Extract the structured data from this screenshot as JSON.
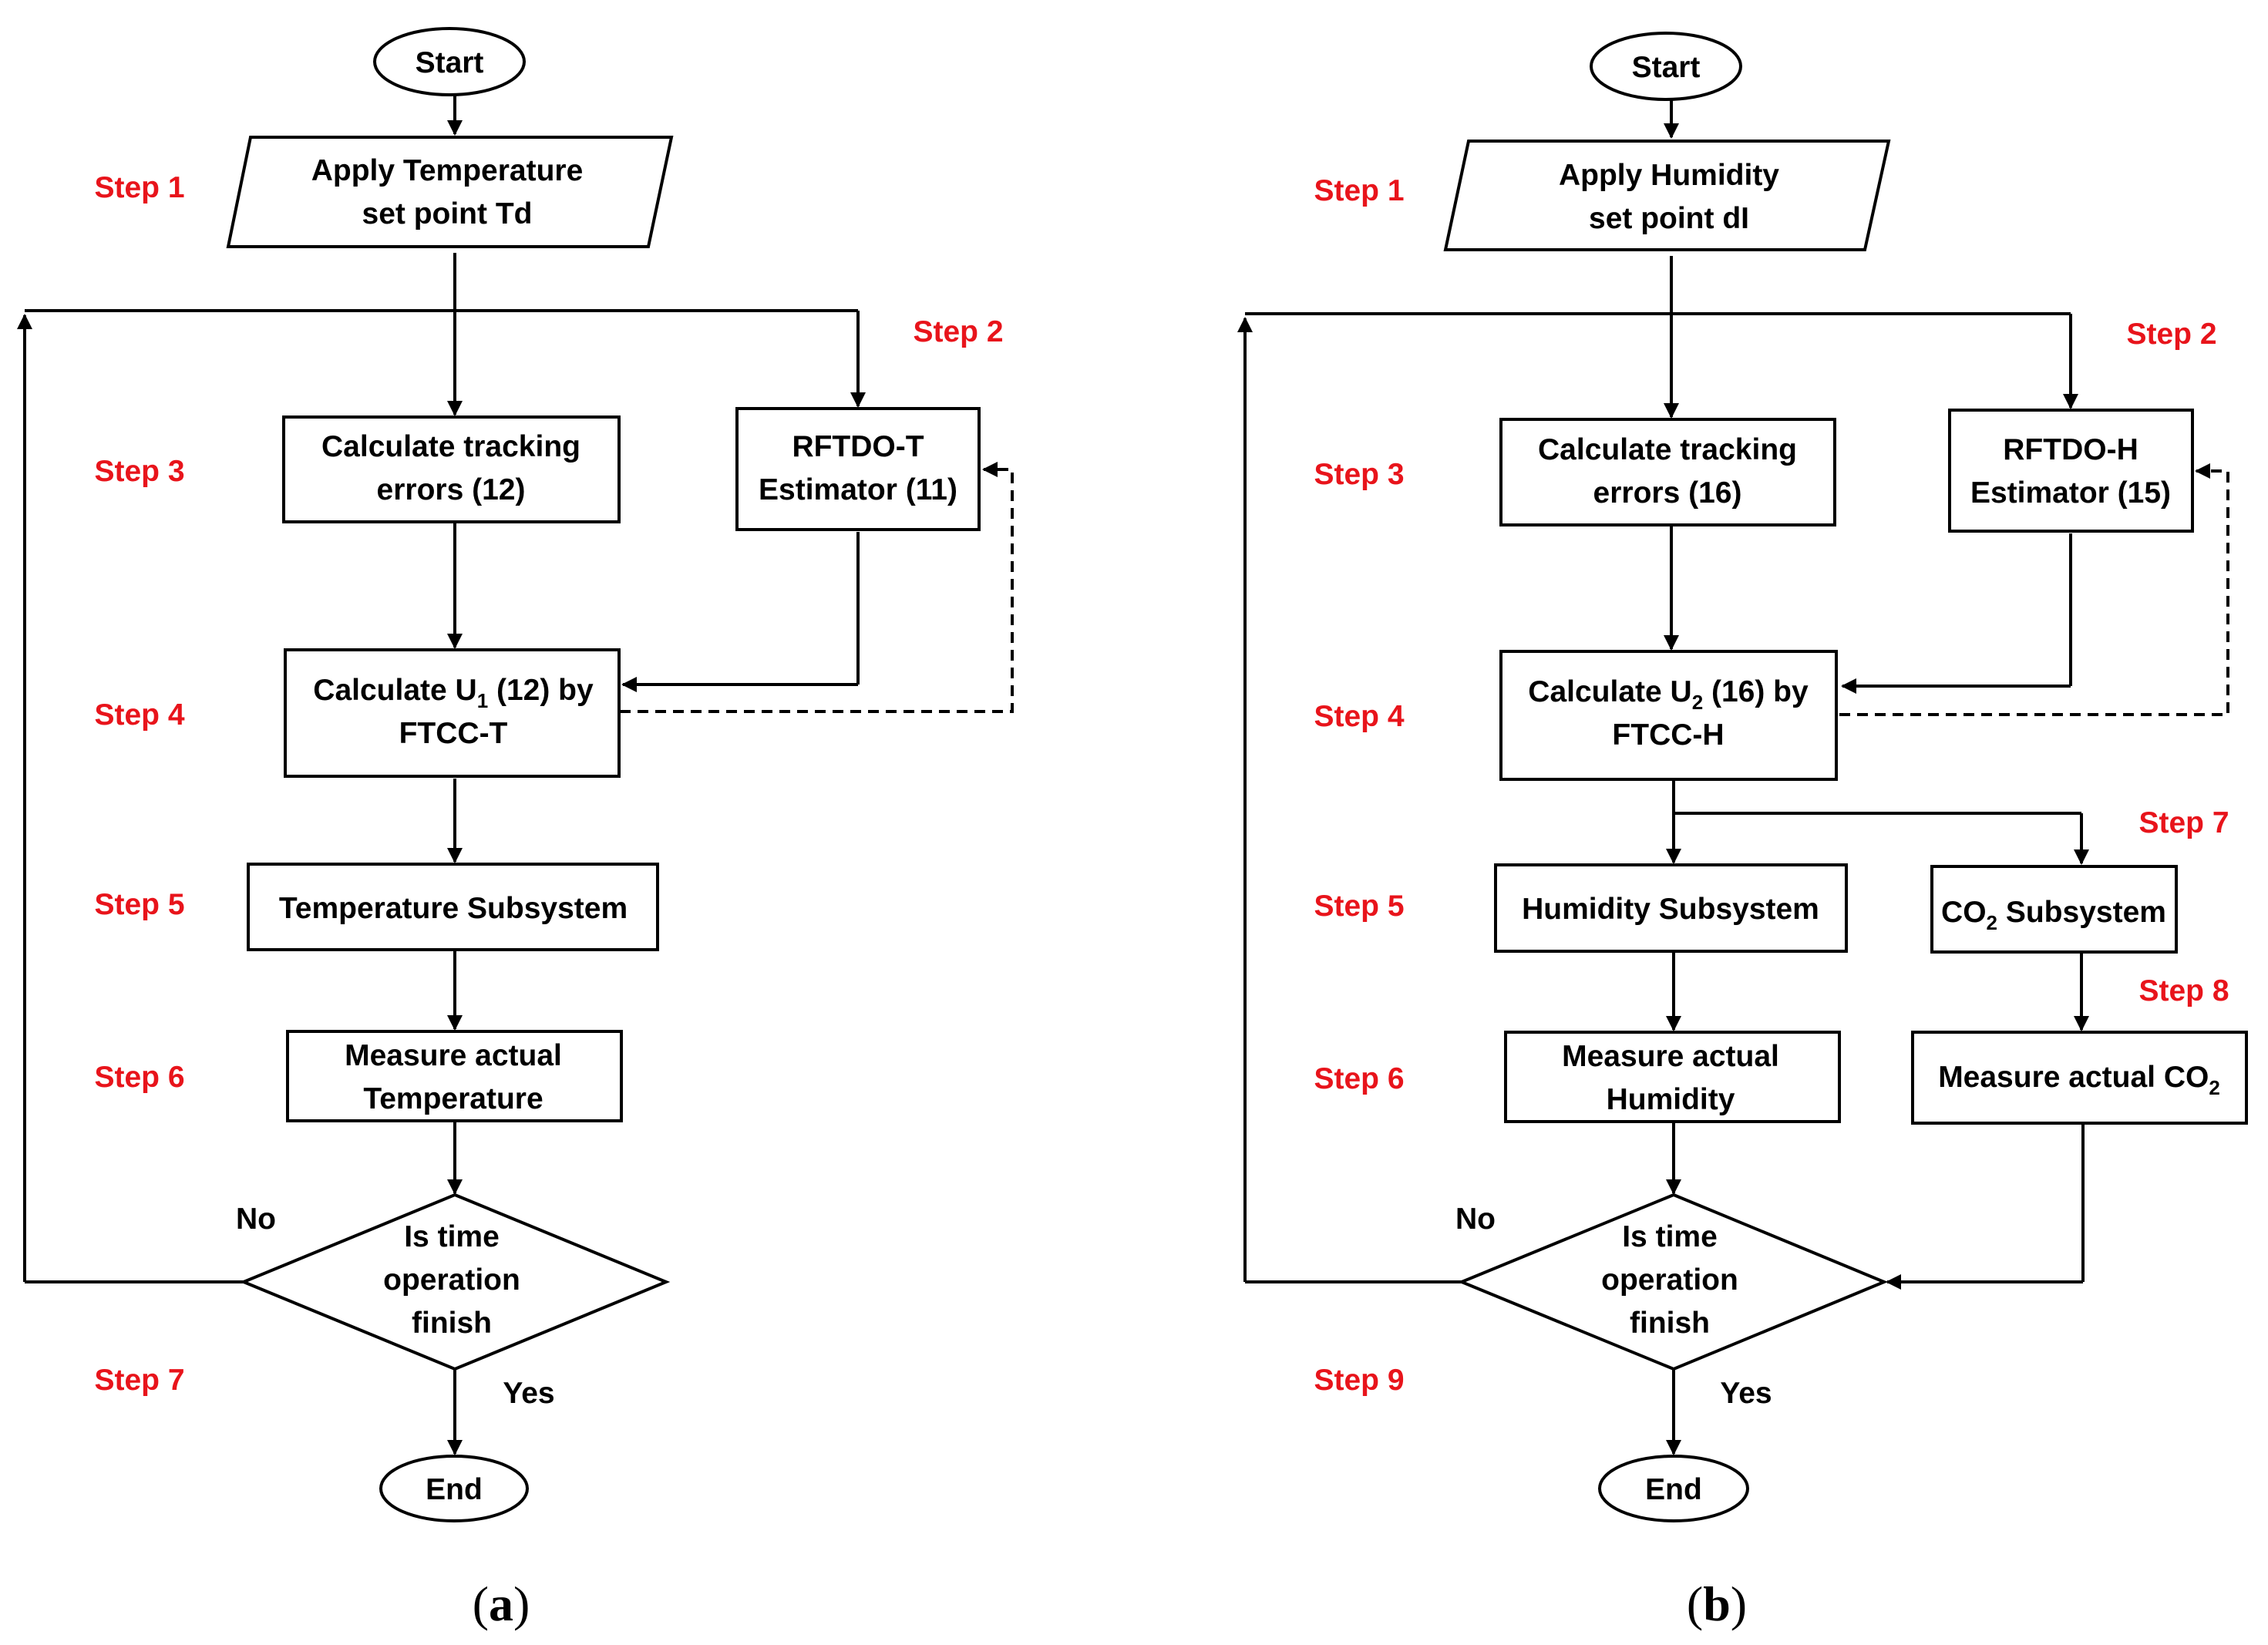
{
  "panel_a": {
    "start": "Start",
    "set_point": [
      "Apply Temperature",
      "set point Td"
    ],
    "tracking": [
      "Calculate tracking",
      "errors (12)"
    ],
    "estimator": [
      "RFTDO-T",
      "Estimator (11)"
    ],
    "control": {
      "pre": "Calculate U",
      "sub": "1",
      "post": " (12) by",
      "line2": "FTCC-T"
    },
    "subsystem": "Temperature Subsystem",
    "measure": [
      "Measure actual",
      "Temperature"
    ],
    "decision": [
      "Is time",
      "operation",
      "finish"
    ],
    "no": "No",
    "yes": "Yes",
    "end": "End",
    "steps": {
      "s1": "Step 1",
      "s2": "Step 2",
      "s3": "Step 3",
      "s4": "Step 4",
      "s5": "Step 5",
      "s6": "Step 6",
      "s7": "Step 7"
    },
    "caption": {
      "open": "(",
      "letter": "a",
      "close": ")"
    }
  },
  "panel_b": {
    "start": "Start",
    "set_point": [
      "Apply Humidity",
      "set point dI"
    ],
    "tracking": [
      "Calculate tracking",
      "errors (16)"
    ],
    "estimator": [
      "RFTDO-H",
      "Estimator (15)"
    ],
    "control": {
      "pre": "Calculate U",
      "sub": "2",
      "post": " (16) by",
      "line2": "FTCC-H"
    },
    "subsystem": "Humidity Subsystem",
    "co2_subsystem": {
      "pre": "CO",
      "sub": "2",
      "post": " Subsystem"
    },
    "measure": [
      "Measure actual",
      "Humidity"
    ],
    "measure_co2": {
      "pre": "Measure actual CO",
      "sub": "2"
    },
    "decision": [
      "Is time",
      "operation",
      "finish"
    ],
    "no": "No",
    "yes": "Yes",
    "end": "End",
    "steps": {
      "s1": "Step 1",
      "s2": "Step 2",
      "s3": "Step 3",
      "s4": "Step 4",
      "s5": "Step 5",
      "s6": "Step 6",
      "s7": "Step 7",
      "s8": "Step 8",
      "s9": "Step 9"
    },
    "caption": {
      "open": "(",
      "letter": "b",
      "close": ")"
    }
  },
  "colors": {
    "step_label": "#e8141b",
    "line": "#000000"
  }
}
